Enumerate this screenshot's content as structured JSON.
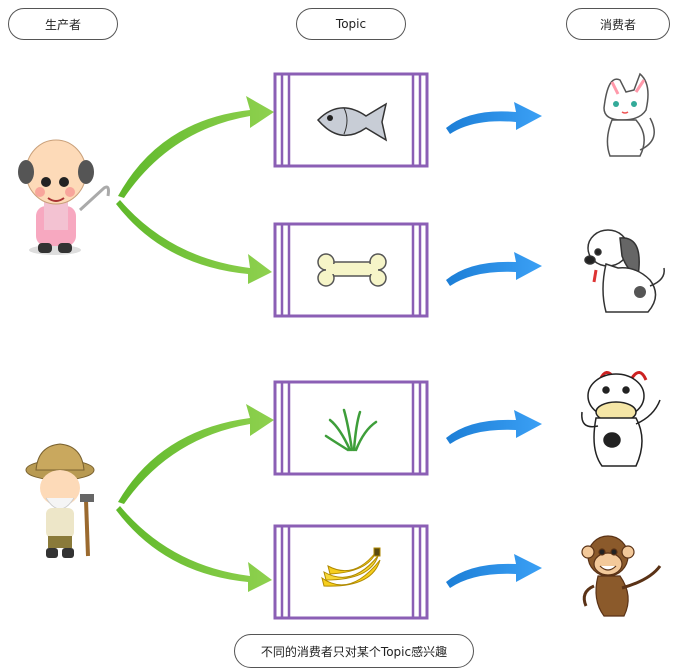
{
  "headers": {
    "producer": "生产者",
    "topic": "Topic",
    "consumer": "消费者"
  },
  "footer_note": "不同的消费者只对某个Topic感兴趣",
  "producers": [
    {
      "icon": "bald-man-with-cane-icon"
    },
    {
      "icon": "farmer-with-hoe-icon"
    }
  ],
  "topics": [
    {
      "icon": "fish-icon"
    },
    {
      "icon": "bone-icon"
    },
    {
      "icon": "grass-icon"
    },
    {
      "icon": "banana-icon"
    }
  ],
  "consumers": [
    {
      "icon": "cat-icon"
    },
    {
      "icon": "dog-icon"
    },
    {
      "icon": "cow-icon"
    },
    {
      "icon": "monkey-icon"
    }
  ],
  "colors": {
    "topic_frame": "#8B5FB5",
    "producer_arrow": "#7AC943",
    "consumer_arrow": "#2196F3"
  }
}
